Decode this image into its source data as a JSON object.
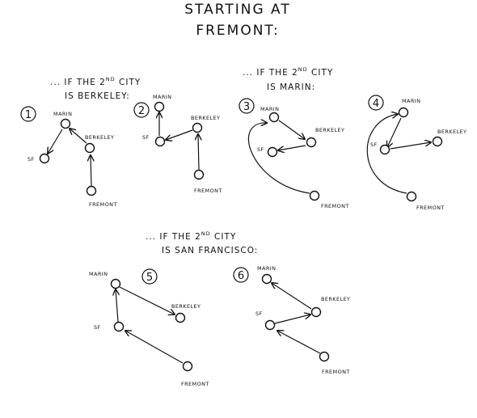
{
  "title_line1": "STARTING AT",
  "title_line2": "FREMONT:",
  "sections": [
    {
      "prefix": "... IF THE 2",
      "sup": "ND",
      "suffix": " CITY",
      "line2": "IS BERKELEY:"
    },
    {
      "prefix": "... IF THE 2",
      "sup": "ND",
      "suffix": " CITY",
      "line2": "IS MARIN:"
    },
    {
      "prefix": "... IF THE 2",
      "sup": "ND",
      "suffix": " CITY",
      "line2": "IS SAN FRANCISCO:"
    }
  ],
  "cities": {
    "marin": "MARIN",
    "berkeley": "BERKELEY",
    "sf": "SF",
    "fremont": "FREMONT"
  },
  "routes": [
    {
      "number": "1",
      "order": [
        "FREMONT",
        "BERKELEY",
        "MARIN",
        "SF"
      ]
    },
    {
      "number": "2",
      "order": [
        "FREMONT",
        "BERKELEY",
        "SF",
        "MARIN"
      ]
    },
    {
      "number": "3",
      "order": [
        "FREMONT",
        "MARIN",
        "BERKELEY",
        "SF"
      ]
    },
    {
      "number": "4",
      "order": [
        "FREMONT",
        "MARIN",
        "SF",
        "BERKELEY"
      ]
    },
    {
      "number": "5",
      "order": [
        "FREMONT",
        "SF",
        "MARIN",
        "BERKELEY"
      ]
    },
    {
      "number": "6",
      "order": [
        "FREMONT",
        "SF",
        "BERKELEY",
        "MARIN"
      ]
    }
  ]
}
